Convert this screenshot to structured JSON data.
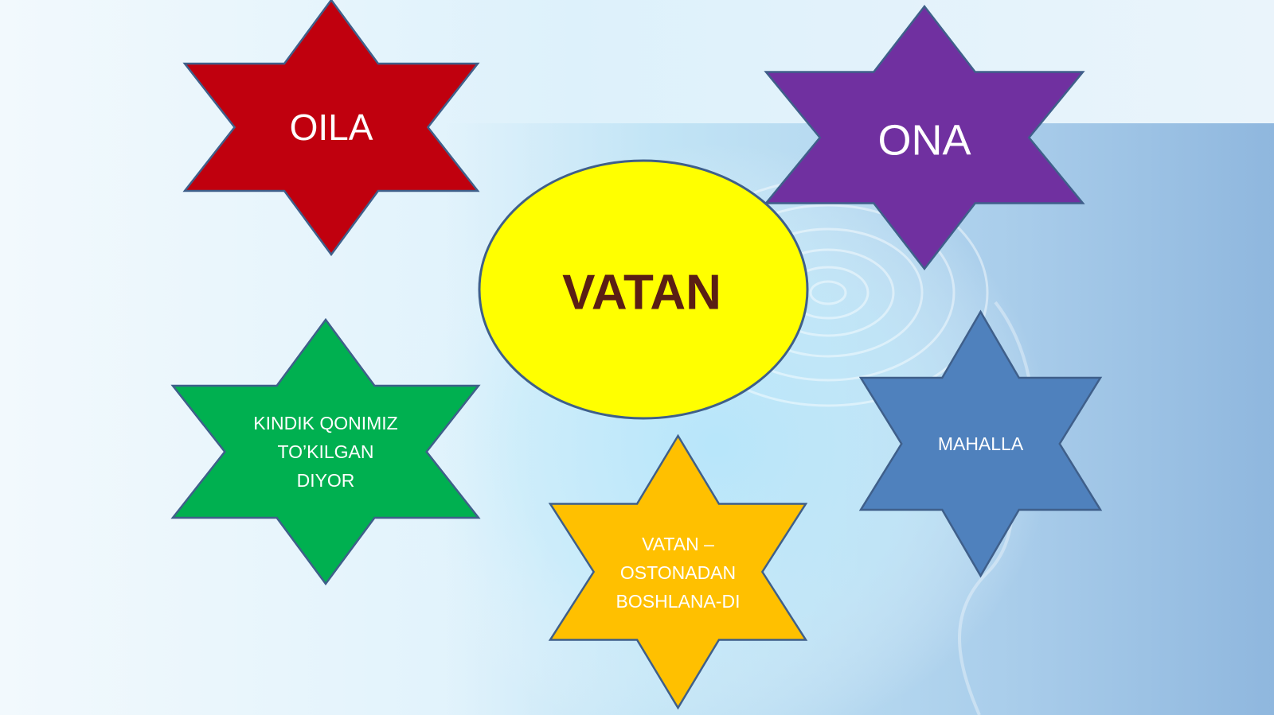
{
  "center": {
    "label": "VATAN",
    "fill": "#FFFF00",
    "text_color": "#5A1E14",
    "stroke": "#3F5F8A"
  },
  "stars": [
    {
      "id": "oila",
      "lines": [
        "OILA"
      ],
      "fill": "#C0000E",
      "text_color": "#FFFFFF"
    },
    {
      "id": "ona",
      "lines": [
        "ONA"
      ],
      "fill": "#7030A0",
      "text_color": "#FFFFFF"
    },
    {
      "id": "kindik",
      "lines": [
        "KINDIK QONIMIZ",
        "TO’KILGAN",
        "DIYOR"
      ],
      "fill": "#00B050",
      "text_color": "#FFFFFF"
    },
    {
      "id": "mahalla",
      "lines": [
        "MAHALLA"
      ],
      "fill": "#4F81BD",
      "text_color": "#FFFFFF"
    },
    {
      "id": "ostona",
      "lines": [
        "VATAN –",
        "OSTONADAN",
        "BOSHLANA-DI"
      ],
      "fill": "#FFC000",
      "text_color": "#FFFFFF"
    }
  ],
  "colors": {
    "bg_light": "#F4FAFE",
    "bg_blue": "#8DB6DE",
    "star_stroke": "#3F5F8A"
  }
}
